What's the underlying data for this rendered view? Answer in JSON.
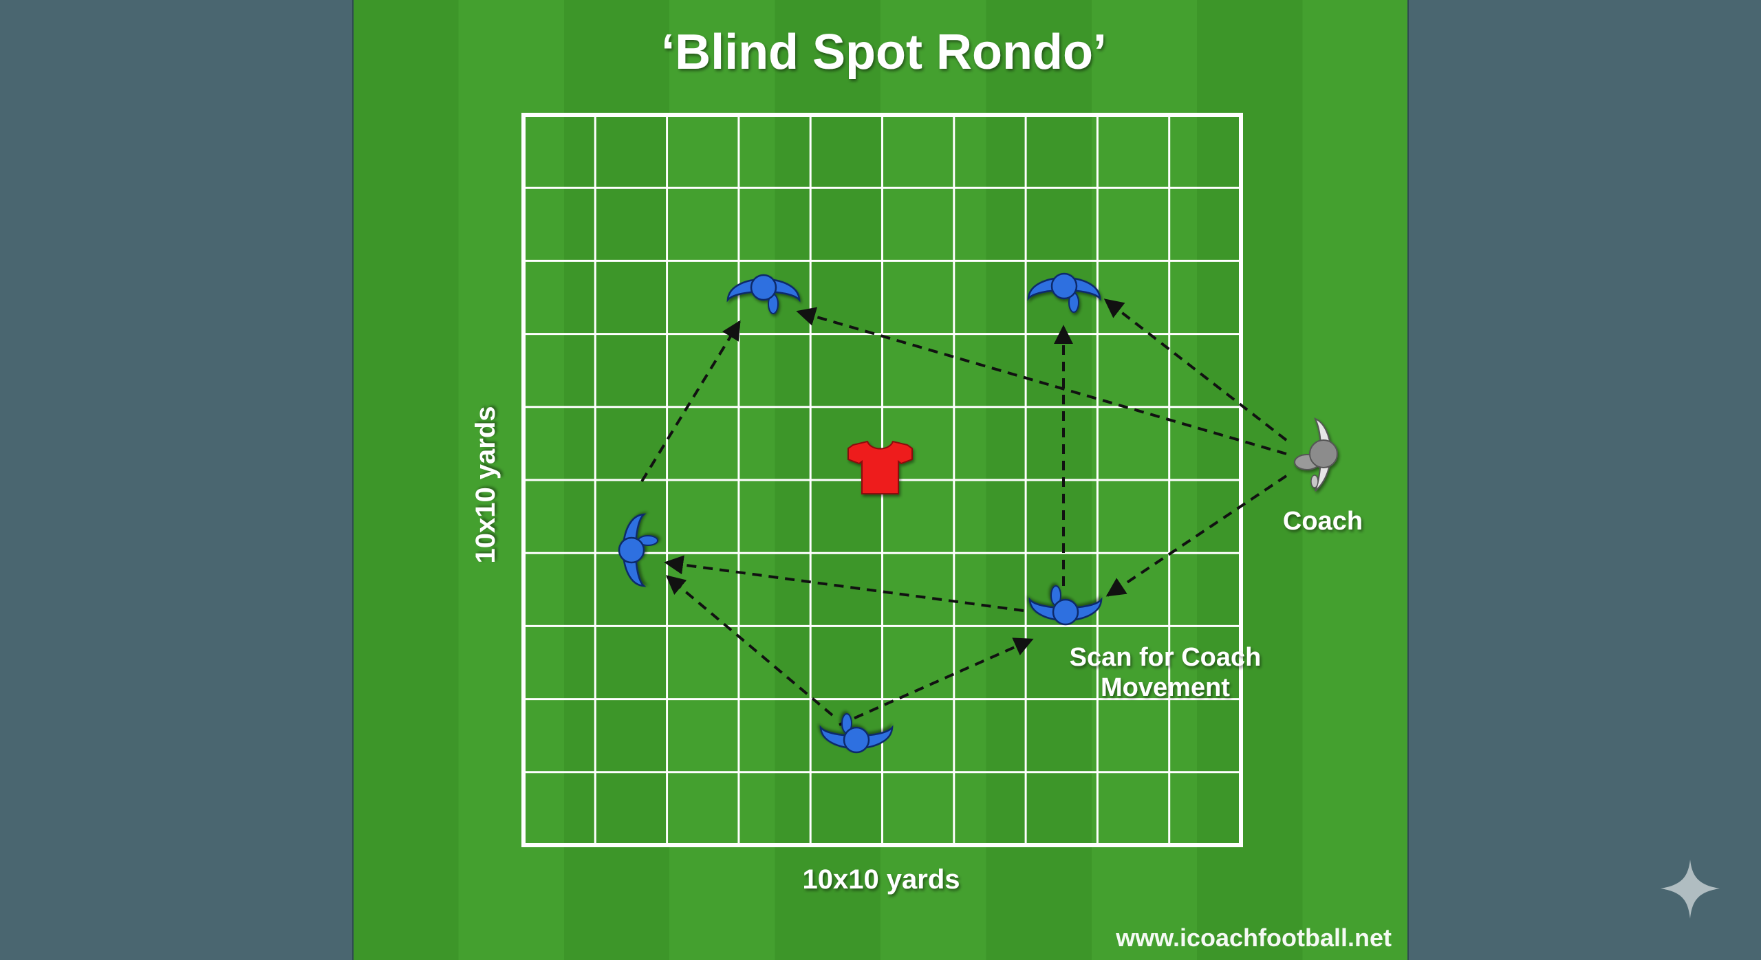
{
  "diagram": {
    "title": "‘Blind Spot Rondo’",
    "side_label": "10x10 yards",
    "bottom_label": "10x10 yards",
    "coach_label": "Coach",
    "scan_label_line1": "Scan for Coach",
    "scan_label_line2": "Movement",
    "watermark": "www.icoachfootball.net",
    "grid_cells": 10,
    "colors": {
      "page_background": "#4a6670",
      "pitch_green": "#3f9a2c",
      "team_blue": "#2d6fe0",
      "defender_red": "#ee1c1c",
      "coach_grey": "#bdbdbd",
      "lines": "#ffffff",
      "arrows": "#111111"
    },
    "icons": [
      "player-icon",
      "shirt-icon",
      "coach-icon",
      "sparkle-icon"
    ]
  }
}
